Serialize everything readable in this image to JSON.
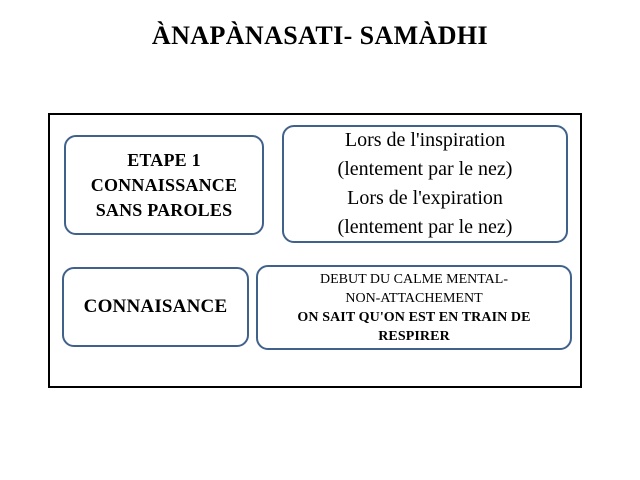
{
  "slide": {
    "title": "ÀNAPÀNASATI- SAMÀDHI",
    "background_color": "#ffffff",
    "frame_border_color": "#000000",
    "box_border_color": "#40618a",
    "text_color": "#000000"
  },
  "diagram": {
    "boxes": [
      {
        "id": "etape-1",
        "name": "etape-1-box",
        "lines": [
          {
            "text": "ETAPE 1",
            "bold": true
          },
          {
            "text": "CONNAISSANCE",
            "bold": true
          },
          {
            "text": "SANS PAROLES",
            "bold": true
          }
        ]
      },
      {
        "id": "breathing",
        "name": "breathing-instructions-box",
        "lines": [
          {
            "text": "Lors de l'inspiration",
            "bold": false
          },
          {
            "text": "(lentement par le nez)",
            "bold": false
          },
          {
            "text": "Lors de l'expiration",
            "bold": false
          },
          {
            "text": "(lentement par le nez)",
            "bold": false
          }
        ]
      },
      {
        "id": "connaisance",
        "name": "connaisance-box",
        "lines": [
          {
            "text": "CONNAISANCE",
            "bold": true
          }
        ]
      },
      {
        "id": "calme-mental",
        "name": "calme-mental-box",
        "lines": [
          {
            "text": "DEBUT DU CALME MENTAL-",
            "bold": false
          },
          {
            "text": "NON-ATTACHEMENT",
            "bold": false
          },
          {
            "text": "ON SAIT QU'ON EST EN TRAIN DE",
            "bold": true
          },
          {
            "text": "RESPIRER",
            "bold": true
          }
        ]
      }
    ]
  }
}
